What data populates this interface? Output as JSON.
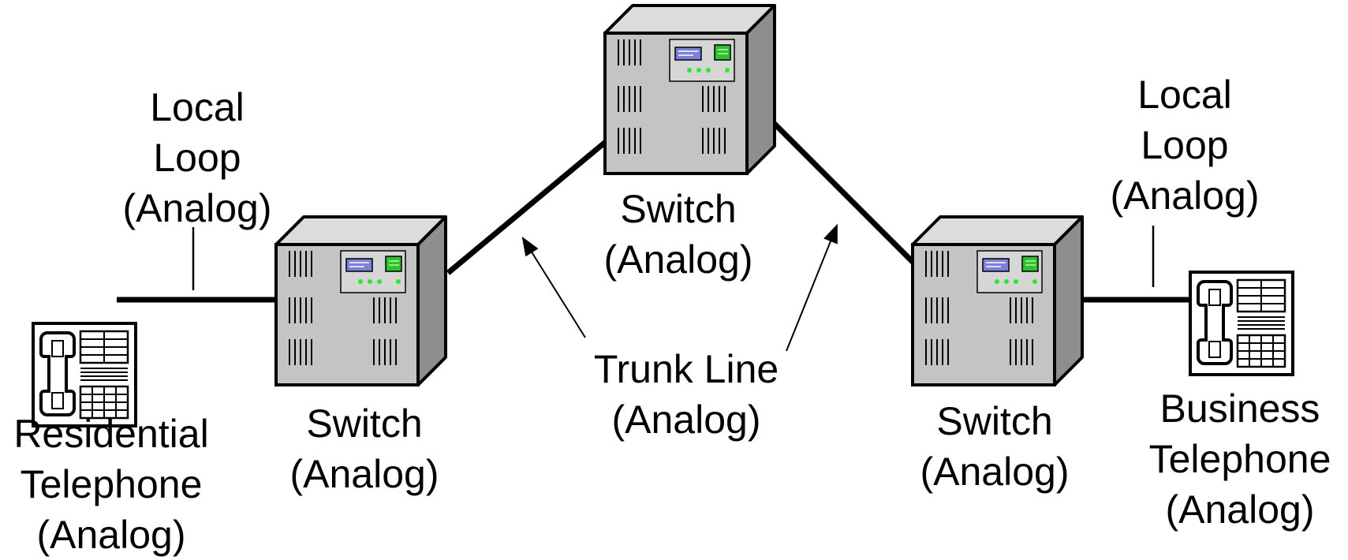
{
  "labels": {
    "local_loop_left": [
      "Local",
      "Loop",
      "(Analog)"
    ],
    "local_loop_right": [
      "Local",
      "Loop",
      "(Analog)"
    ],
    "switch_center": [
      "Switch",
      "(Analog)"
    ],
    "switch_left": [
      "Switch",
      "(Analog)"
    ],
    "switch_right": [
      "Switch",
      "(Analog)"
    ],
    "trunk_line": [
      "Trunk Line",
      "(Analog)"
    ],
    "residential_phone": [
      "Residential",
      "Telephone",
      "(Analog)"
    ],
    "business_phone": [
      "Business",
      "Telephone",
      "(Analog)"
    ]
  },
  "colors": {
    "line": "#000000",
    "switch_face": "#c4c4c4",
    "switch_top": "#dcdcdc",
    "switch_side": "#8e8e8e",
    "screen_blue": "#7b7fd6",
    "screen_green": "#2fbf2f",
    "led_green": "#2ee62e"
  },
  "icons": [
    "switch-icon",
    "telephone-icon"
  ]
}
